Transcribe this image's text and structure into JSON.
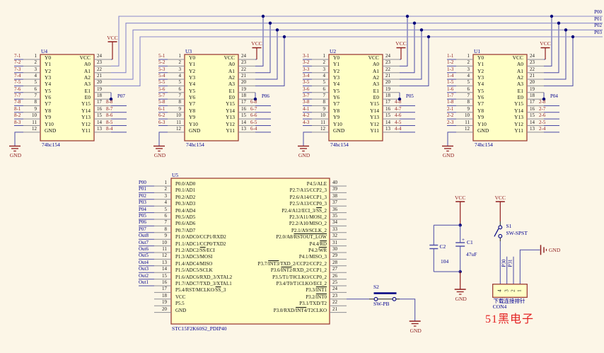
{
  "sheet": {
    "background": "#FCF6E7"
  },
  "title": {
    "text": "51黑电子",
    "color": "#E32222"
  },
  "colors": {
    "bus": "#8A8ACB",
    "wire": "#4949A6",
    "stub": "#8C8C94",
    "dot": "#00007A",
    "body_fill": "#FFFFC6",
    "body_stroke": "#952F2B",
    "power": "#8F1D1D",
    "symbol_black": "#222222",
    "switch_navy": "#000080"
  },
  "bus_labels": [
    "P00",
    "P01",
    "P02",
    "P03"
  ],
  "power": {
    "vcc": "VCC",
    "gnd": "GND"
  },
  "decoder_template": {
    "left_pin_numbers": [
      "1",
      "2",
      "3",
      "4",
      "5",
      "6",
      "7",
      "8",
      "9",
      "10",
      "11",
      "12"
    ],
    "left_pin_names": [
      "Y0",
      "Y1",
      "Y2",
      "Y3",
      "Y4",
      "Y5",
      "Y6",
      "Y7",
      "Y8",
      "Y9",
      "Y10",
      "GND"
    ],
    "right_pin_numbers": [
      "24",
      "23",
      "22",
      "21",
      "20",
      "19",
      "18",
      "17",
      "16",
      "15",
      "14",
      "13"
    ],
    "right_pin_names": [
      "VCC",
      "A0",
      "A1",
      "A2",
      "A3",
      "E1",
      "E0",
      "Y15",
      "Y14",
      "Y13",
      "Y12",
      "Y11"
    ]
  },
  "decoders": [
    {
      "ref": "U4",
      "part": "74hc154",
      "input_nets": [
        "7-1",
        "7-2",
        "7-3",
        "7-4",
        "7-5",
        "7-6",
        "7-7",
        "7-8",
        "8-1",
        "8-2",
        "8-3"
      ],
      "enable_net": "P07",
      "output_nets": [
        "8-8",
        "8-7",
        "8-6",
        "8-5",
        "8-4"
      ]
    },
    {
      "ref": "U3",
      "part": "74hc154",
      "input_nets": [
        "5-1",
        "5-2",
        "5-3",
        "5-4",
        "5-5",
        "5-6",
        "5-7",
        "5-8",
        "6-1",
        "6-2",
        "6-3"
      ],
      "enable_net": "P06",
      "output_nets": [
        "6-8",
        "6-7",
        "6-6",
        "6-5",
        "6-4"
      ]
    },
    {
      "ref": "U2",
      "part": "74hc154",
      "input_nets": [
        "3-1",
        "3-2",
        "3-3",
        "3-4",
        "3-5",
        "3-6",
        "3-7",
        "3-8",
        "4-1",
        "4-2",
        "4-3"
      ],
      "enable_net": "P05",
      "output_nets": [
        "4-8",
        "4-7",
        "4-6",
        "4-5",
        "4-4"
      ]
    },
    {
      "ref": "U1",
      "part": "74hc154",
      "input_nets": [
        "1-1",
        "1-2",
        "1-3",
        "1-4",
        "1-5",
        "1-6",
        "1-7",
        "1-8",
        "2-1",
        "2-2",
        "2-3"
      ],
      "enable_net": "P04",
      "output_nets": [
        "2-8",
        "2-7",
        "2-6",
        "2-5",
        "2-4"
      ]
    }
  ],
  "mcu": {
    "ref": "U5",
    "part": "STC15F2K60S2_PDIP40",
    "left_pins": [
      {
        "num": "1",
        "name": "P0.0/AD0",
        "net": "P00"
      },
      {
        "num": "2",
        "name": "P0.1/AD1",
        "net": "P01"
      },
      {
        "num": "3",
        "name": "P0.2/AD2",
        "net": "P02"
      },
      {
        "num": "4",
        "name": "P0.3/AD3",
        "net": "P03"
      },
      {
        "num": "5",
        "name": "P0.4/AD4",
        "net": "P04"
      },
      {
        "num": "6",
        "name": "P0.5/AD5",
        "net": "P05"
      },
      {
        "num": "7",
        "name": "P0.6/AD6",
        "net": "P06"
      },
      {
        "num": "8",
        "name": "P0.7/AD7",
        "net": "P07"
      },
      {
        "num": "9",
        "name": "P1.0/ADC0/CCP1/RXD2",
        "net": "Out8"
      },
      {
        "num": "10",
        "name": "P1.1/ADC1/CCP0/TXD2",
        "net": "Out7"
      },
      {
        "num": "11",
        "name": "P1.2/ADC2/~SS~/ECI",
        "net": "Out6"
      },
      {
        "num": "12",
        "name": "P1.3/ADC3/MOSI",
        "net": "Out5"
      },
      {
        "num": "13",
        "name": "P1.4/ADC4/MISO",
        "net": "Out4"
      },
      {
        "num": "14",
        "name": "P1.5/ADC5/SCLK",
        "net": "Out3"
      },
      {
        "num": "15",
        "name": "P1.6/ADC6/RXD_3/XTAL2",
        "net": "Out2"
      },
      {
        "num": "16",
        "name": "P1.7/ADC7/TXD_3/XTAL1",
        "net": "Out1"
      },
      {
        "num": "17",
        "name": "P5.4/RST/MCLKO/~SS~_3",
        "net": ""
      },
      {
        "num": "18",
        "name": "VCC",
        "net": ""
      },
      {
        "num": "19",
        "name": "P5.5",
        "net": ""
      },
      {
        "num": "20",
        "name": "GND",
        "net": ""
      }
    ],
    "right_pins": [
      {
        "num": "40",
        "name": "P4.5/ALE"
      },
      {
        "num": "39",
        "name": "P2.7/A15/CCP2_3"
      },
      {
        "num": "38",
        "name": "P2.6/A14/CCP1_3"
      },
      {
        "num": "37",
        "name": "P2.5/A13/CCP0_3"
      },
      {
        "num": "36",
        "name": "P2.4/A12/ECI_3/~SS~_2"
      },
      {
        "num": "35",
        "name": "P2.3/A11/MOSI_2"
      },
      {
        "num": "34",
        "name": "P2.2/A10/MISO_2"
      },
      {
        "num": "33",
        "name": "P2.1/A9/SCLK_2"
      },
      {
        "num": "32",
        "name": "P2.0/A8/~RSTOUT_LOW~"
      },
      {
        "num": "31",
        "name": "P4.4/~RD~"
      },
      {
        "num": "30",
        "name": "P4.2/~WR~"
      },
      {
        "num": "29",
        "name": "P4.1/MISO_3"
      },
      {
        "num": "28",
        "name": "P3.7/~INT3~/TXD_2/CCP2/CCP2_2"
      },
      {
        "num": "27",
        "name": "P3.6/~INT2~/RXD_2/CCP1_2"
      },
      {
        "num": "26",
        "name": "P3.5/T1/T0CLKO/CCP0_2"
      },
      {
        "num": "25",
        "name": "P3.4/T0/T1CLKO/ECI_2"
      },
      {
        "num": "24",
        "name": "P3.3/~INT1~"
      },
      {
        "num": "23",
        "name": "P3.2/~INT0~"
      },
      {
        "num": "22",
        "name": "P3.1/TXD/T2"
      },
      {
        "num": "21",
        "name": "P3.0/RXD/~INT4~/T2CLKO"
      }
    ]
  },
  "button": {
    "ref": "S2",
    "part": "SW-PB"
  },
  "spst": {
    "ref": "S1",
    "part": "SW-SPST"
  },
  "capacitors": [
    {
      "ref": "C2",
      "value": "104"
    },
    {
      "ref": "C1",
      "value": "47uF",
      "polarity": "+"
    }
  ],
  "connector": {
    "ref": "CON4",
    "label": "下载连接排针",
    "pin_numbers": [
      "4",
      "3",
      "2",
      "1"
    ],
    "wire_nets": [
      "",
      "P30",
      "P31",
      ""
    ]
  }
}
